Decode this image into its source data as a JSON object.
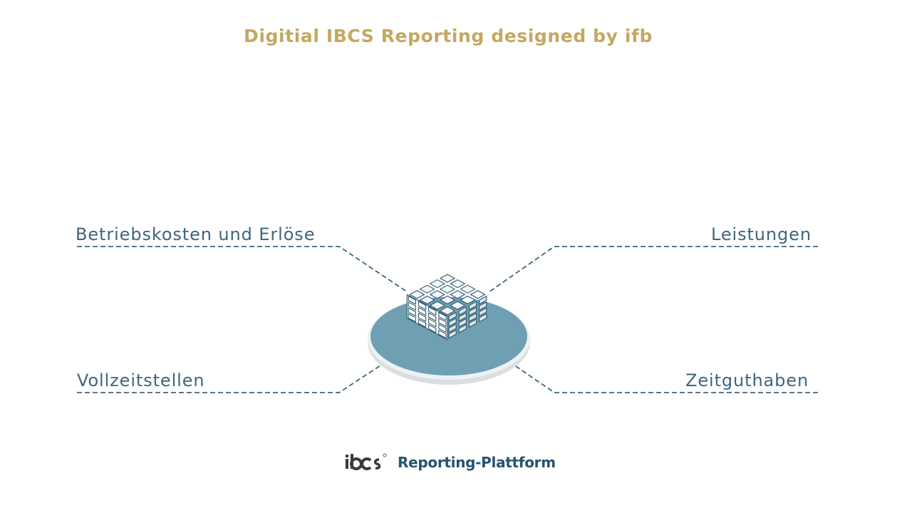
{
  "title": "Digitial IBCS Reporting designed by ifb",
  "labels": {
    "top_left": "Betriebskosten und Erlöse",
    "top_right": "Leistungen",
    "bottom_left": "Vollzeitstellen",
    "bottom_right": "Zeitguthaben"
  },
  "footer": {
    "logo": "ibcs",
    "text": "Reporting-Plattform"
  },
  "colors": {
    "title": "#c4a862",
    "label": "#3e6680",
    "connector": "#3e6680",
    "platform": "#6f9fb2",
    "footer_text": "#27546f"
  },
  "icons": {
    "center": "data-cube-icon",
    "logo": "ibcs-logo-icon"
  }
}
